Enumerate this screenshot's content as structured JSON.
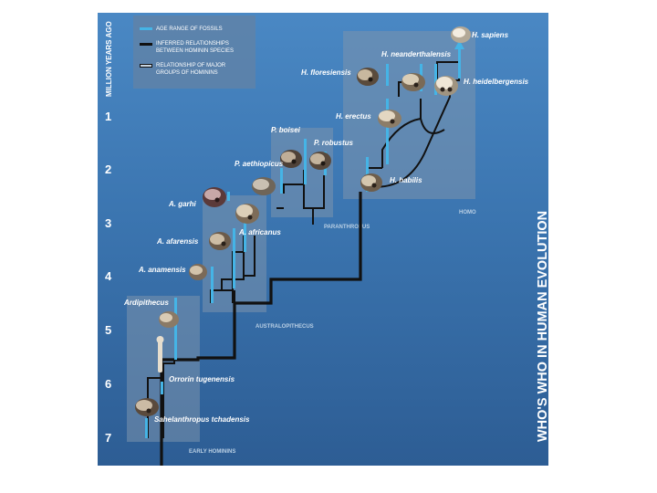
{
  "axis": {
    "label": "MILLION YEARS AGO",
    "ticks": [
      "1",
      "2",
      "3",
      "4",
      "5",
      "6",
      "7"
    ]
  },
  "legend": [
    {
      "text": [
        "AGE RANGE OF FOSSILS"
      ],
      "color": "#45b4e6"
    },
    {
      "text": [
        "INFERRED RELATIONSHIPS",
        "BETWEEN HOMININ SPECIES"
      ],
      "color": "#111111"
    },
    {
      "text": [
        "RELATIONSHIP OF MAJOR",
        "GROUPS OF HOMININS"
      ],
      "color": "#111111"
    }
  ],
  "vertical_title": "WHO'S WHO IN HUMAN EVOLUTION",
  "groups": [
    "HOMO",
    "PARANTHROPUS",
    "AUSTRALOPITHECUS",
    "EARLY HOMININS"
  ],
  "species": [
    "H. sapiens",
    "H. neanderthalensis",
    "H. floresiensis",
    "H. heidelbergensis",
    "H. erectus",
    "H. habilis",
    "P. boisei",
    "P. robustus",
    "P. aethiopicus",
    "A. garhi",
    "A. africanus",
    "A. afarensis",
    "A. anamensis",
    "Ardipithecus",
    "Orrorin tugenensis",
    "Sahelanthropus tchadensis"
  ],
  "colors": {
    "panel_top": "#4a88c4",
    "panel_bottom": "#2d5d94",
    "fossil_bar": "#45b4e6",
    "tree_line": "#111111",
    "group_box": "#7b93ad",
    "label": "#ffffff",
    "group_label": "#b9cfe4"
  }
}
